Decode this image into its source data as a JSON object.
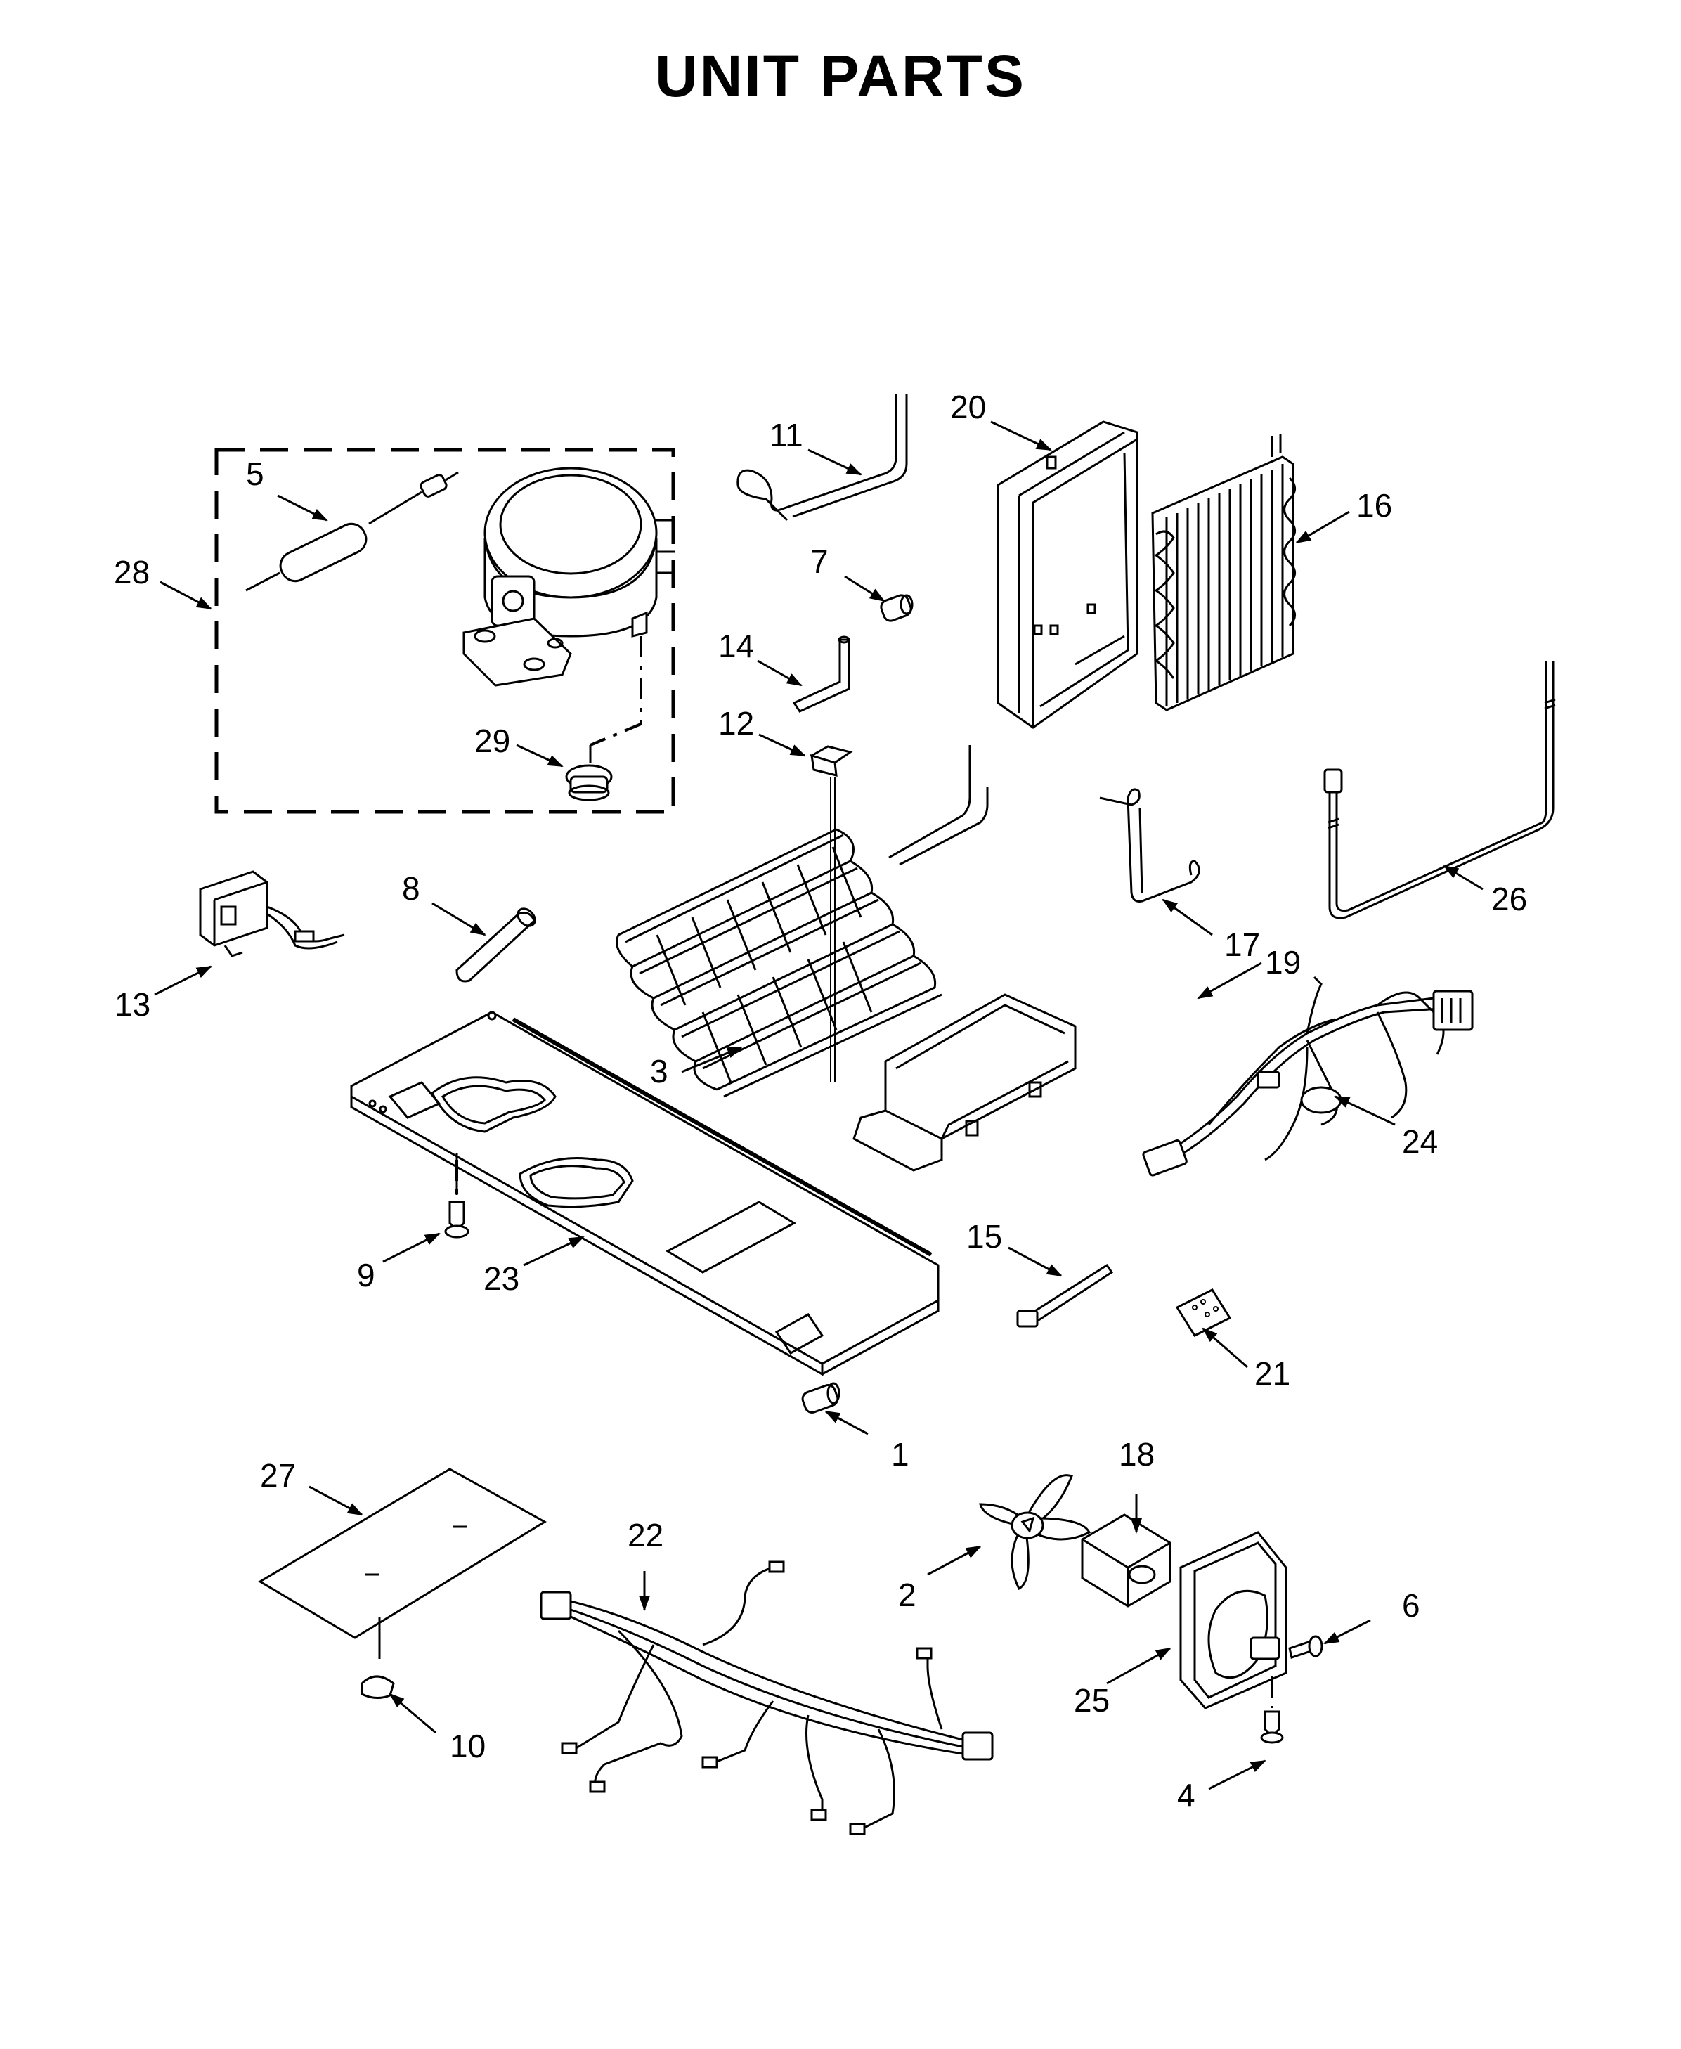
{
  "title": "UNIT PARTS",
  "callouts": {
    "c1": "1",
    "c2": "2",
    "c3": "3",
    "c4": "4",
    "c5": "5",
    "c6": "6",
    "c7": "7",
    "c8": "8",
    "c9": "9",
    "c10": "10",
    "c11": "11",
    "c12": "12",
    "c13": "13",
    "c14": "14",
    "c15": "15",
    "c16": "16",
    "c17": "17",
    "c18": "18",
    "c19": "19",
    "c20": "20",
    "c21": "21",
    "c22": "22",
    "c23": "23",
    "c24": "24",
    "c25": "25",
    "c26": "26",
    "c27": "27",
    "c28": "28",
    "c29": "29"
  }
}
